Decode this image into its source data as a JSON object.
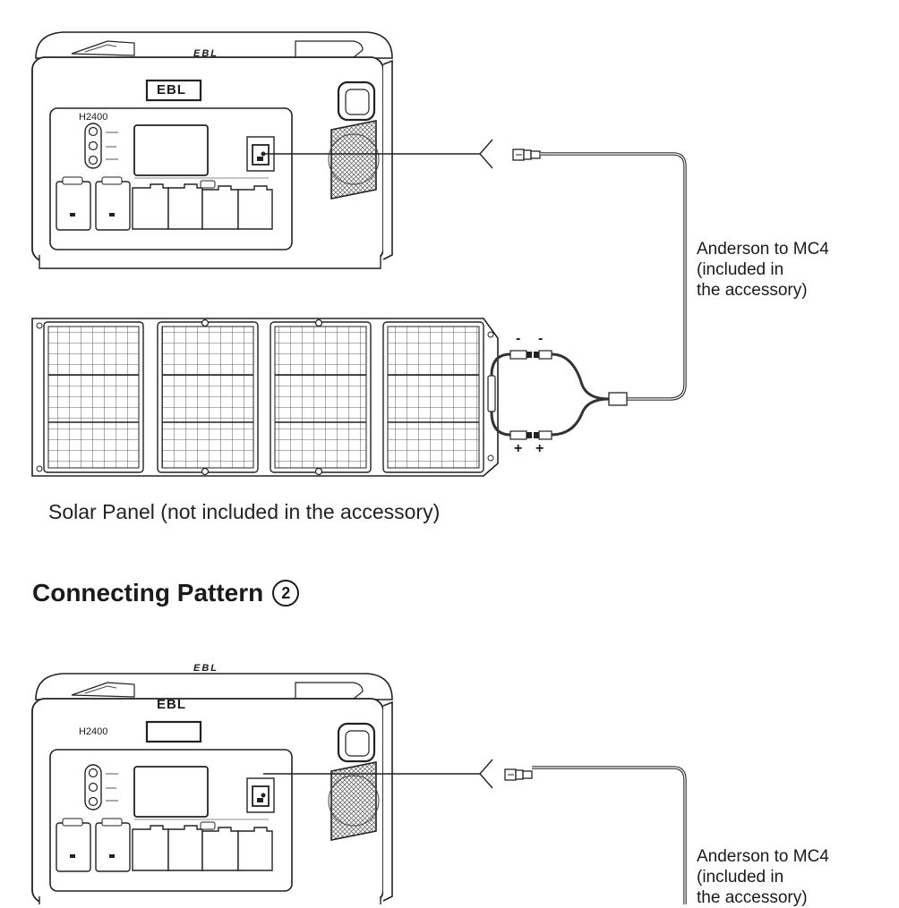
{
  "station_top": {
    "brand": "EBL",
    "lid_brand": "EBL",
    "model": "H2400"
  },
  "station_bottom": {
    "brand": "EBL",
    "lid_brand": "EBL",
    "model": "H2400"
  },
  "cable_label_1": "Anderson to MC4\n(included in\nthe accessory)",
  "cable_label_2": "Anderson to MC4\n(included in\nthe accessory)",
  "solar_panel_caption": "Solar Panel (not included in the accessory)",
  "polarity": {
    "minus": "-",
    "plus": "+"
  },
  "section_title": "Connecting Pattern",
  "section_number": "2"
}
